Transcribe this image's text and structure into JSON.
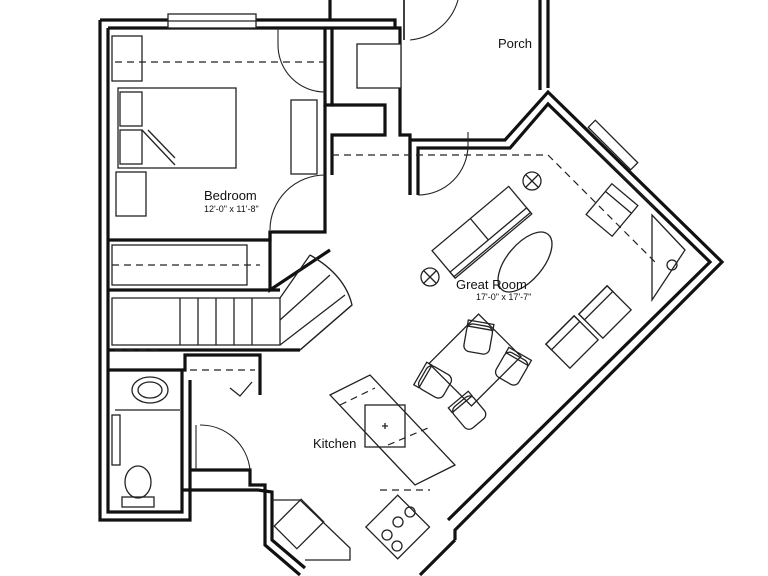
{
  "rooms": {
    "porch": {
      "name": "Porch"
    },
    "bedroom": {
      "name": "Bedroom",
      "dimensions": "12'-0\" x 11'-8\""
    },
    "great_room": {
      "name": "Great Room",
      "dimensions": "17'-0\" x 17'-7\""
    },
    "kitchen": {
      "name": "Kitchen"
    }
  }
}
